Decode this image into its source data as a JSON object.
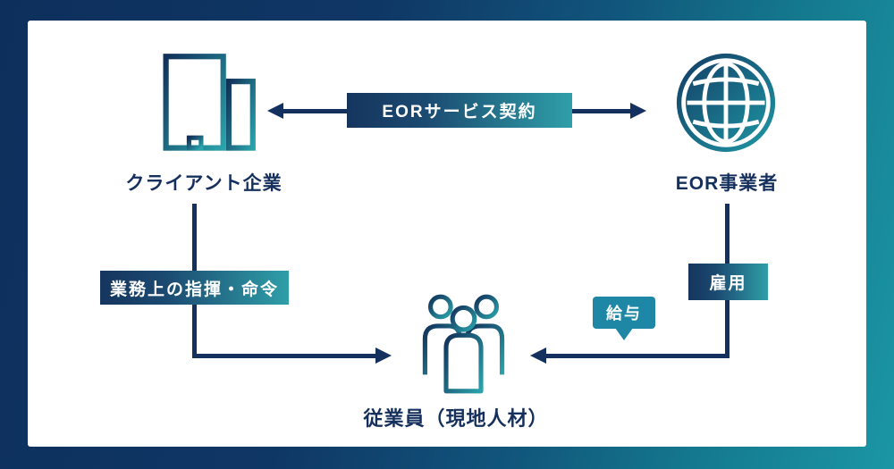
{
  "diagram": {
    "nodes": {
      "client": {
        "label": "クライアント企業",
        "icon": "building-icon"
      },
      "eor": {
        "label": "EOR事業者",
        "icon": "globe-icon"
      },
      "employee": {
        "label": "従業員（現地人材）",
        "icon": "people-icon"
      }
    },
    "edges": {
      "service_contract": {
        "label": "EORサービス契約",
        "between": [
          "クライアント企業",
          "EOR事業者"
        ],
        "direction": "both"
      },
      "direction_orders": {
        "label": "業務上の指揮・命令",
        "from": "クライアント企業",
        "to": "従業員（現地人材）"
      },
      "employment": {
        "label": "雇用",
        "from": "EOR事業者",
        "to": "従業員（現地人材）"
      },
      "salary": {
        "label": "給与",
        "from": "EOR事業者",
        "to": "従業員（現地人材）"
      }
    },
    "colors": {
      "line_navy": "#14305f",
      "label_navy": "#16305e",
      "box_gradient_start": "#15355e",
      "box_gradient_end": "#2f9fa8",
      "bubble_teal": "#1e87a6",
      "background_navy": "#0d2f5c",
      "background_teal": "#1b96a4",
      "card_white": "#ffffff"
    }
  }
}
